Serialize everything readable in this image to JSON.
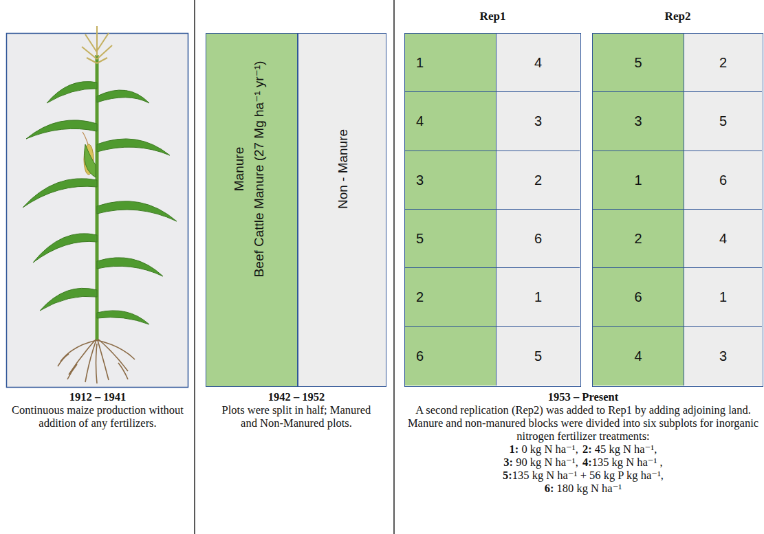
{
  "diagram": {
    "nodes": [
      {
        "text": [
          "Manure",
          "Beef Cattle Manure (27 Mg ha⁻¹ yr⁻¹)"
        ]
      },
      {
        "text": [
          "Non - Manure"
        ]
      },
      {
        "text": [
          "Rep1"
        ]
      },
      {
        "text": [
          "1"
        ],
        "in": 2
      },
      {
        "text": [
          "4"
        ],
        "in": 2
      },
      {
        "text": [
          "4"
        ],
        "in": 2
      },
      {
        "text": [
          "3"
        ],
        "in": 2
      },
      {
        "text": [
          "3"
        ],
        "in": 2
      },
      {
        "text": [
          "2"
        ],
        "in": 2
      },
      {
        "text": [
          "5"
        ],
        "in": 2
      },
      {
        "text": [
          "6"
        ],
        "in": 2
      },
      {
        "text": [
          "2"
        ],
        "in": 2
      },
      {
        "text": [
          "1"
        ],
        "in": 2
      },
      {
        "text": [
          "6"
        ],
        "in": 2
      },
      {
        "text": [
          "5"
        ],
        "in": 2
      },
      {
        "text": [
          "Rep2"
        ]
      },
      {
        "text": [
          "5"
        ],
        "in": 15
      },
      {
        "text": [
          "2"
        ],
        "in": 15
      },
      {
        "text": [
          "3"
        ],
        "in": 15
      },
      {
        "text": [
          "5"
        ],
        "in": 15
      },
      {
        "text": [
          "1"
        ],
        "in": 15
      },
      {
        "text": [
          "6"
        ],
        "in": 15
      },
      {
        "text": [
          "2"
        ],
        "in": 15
      },
      {
        "text": [
          "4"
        ],
        "in": 15
      },
      {
        "text": [
          "6"
        ],
        "in": 15
      },
      {
        "text": [
          "1"
        ],
        "in": 15
      },
      {
        "text": [
          "4"
        ],
        "in": 15
      },
      {
        "text": [
          "3"
        ],
        "in": 15
      }
    ],
    "labels": [
      "1912 – 1941",
      "Continuous maize production without addition of any fertilizers.",
      "1942 – 1952",
      "Plots were split in half; Manured and Non-Manured plots.",
      "1953 – Present",
      "A second replication (Rep2) was added to Rep1 by adding adjoining land. Manure and non-manured blocks were divided into six subplots for inorganic nitrogen fertilizer treatments:",
      "1: 0 kg N ha⁻¹,",
      "2: 45 kg N ha⁻¹,",
      "3: 90 kg N ha⁻¹,",
      "4:135 kg N ha⁻¹ ,",
      "5:135 kg N ha⁻¹ + 56 kg P kg ha⁻¹,",
      "6: 180 kg N ha⁻¹"
    ]
  }
}
